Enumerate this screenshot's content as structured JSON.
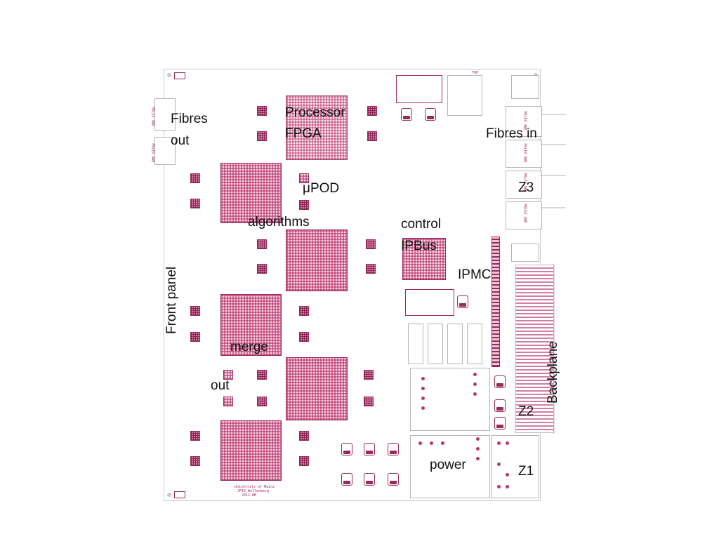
{
  "labels": {
    "fibres_out": [
      "Fibres",
      "out"
    ],
    "processor": [
      "Processor",
      "FPGA"
    ],
    "fibres_in": "Fibres in",
    "mupod": "μPOD",
    "z3": "Z3",
    "algorithms": "algorithms",
    "control": [
      "control",
      "IPBus"
    ],
    "ipmc": "IPMC",
    "front_panel": "Front panel",
    "merge": "merge",
    "backplane": "Backplane",
    "out": "out",
    "z2": "Z2",
    "power": "power",
    "z1": "Z1"
  },
  "silkscreen": {
    "credit": [
      "University of Mainz",
      "JFIS Wollenberg",
      "2012 BB"
    ],
    "connectors_left": [
      "MOLEX 4WD",
      "MOLEX 4WD"
    ],
    "connectors_right": [
      "MOLEX 4WD",
      "MOLEX 4WD",
      "MOLEX 4WD",
      "MOLEX 4WD"
    ],
    "top": "TOP"
  },
  "colors": {
    "component": "#9b2a5b",
    "component_fill": "#f6d6e3",
    "outline": "#b5b5b5"
  }
}
